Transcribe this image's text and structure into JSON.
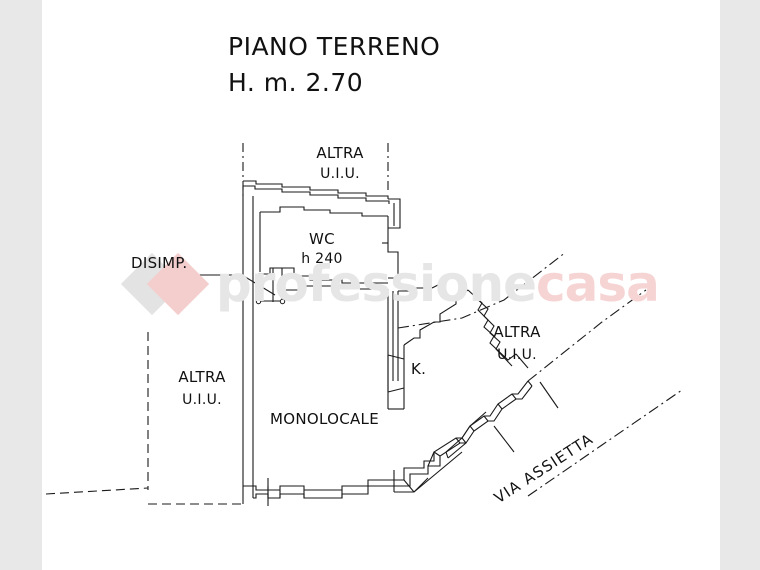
{
  "document": {
    "type": "architectural-floor-plan",
    "title_line1": "PIANO TERRENO",
    "title_line2": "H. m. 2.70"
  },
  "watermark": {
    "text_part1": "professione",
    "text_part2": "casa",
    "color_part1": "#e6e6e6",
    "color_part2": "#f6d4d4",
    "logo_diamond_gray": "#e3e3e3",
    "logo_diamond_pink": "#f4cdcd"
  },
  "labels": {
    "top_neighbour_line1": "ALTRA",
    "top_neighbour_line2": "U.I.U.",
    "left_neighbour_line1": "ALTRA",
    "left_neighbour_line2": "U.I.U.",
    "right_neighbour_line1": "ALTRA",
    "right_neighbour_line2": "U.I.U.",
    "bathroom": "WC",
    "bathroom_height": "h 240",
    "hallway": "DISIMP.",
    "main_room": "MONOLOCALE",
    "kitchen": "K.",
    "street": "VIA ASSIETTA"
  },
  "style": {
    "line_color": "#1a1a1a",
    "background": "#ffffff",
    "gutter_color": "#e8e8e8"
  }
}
